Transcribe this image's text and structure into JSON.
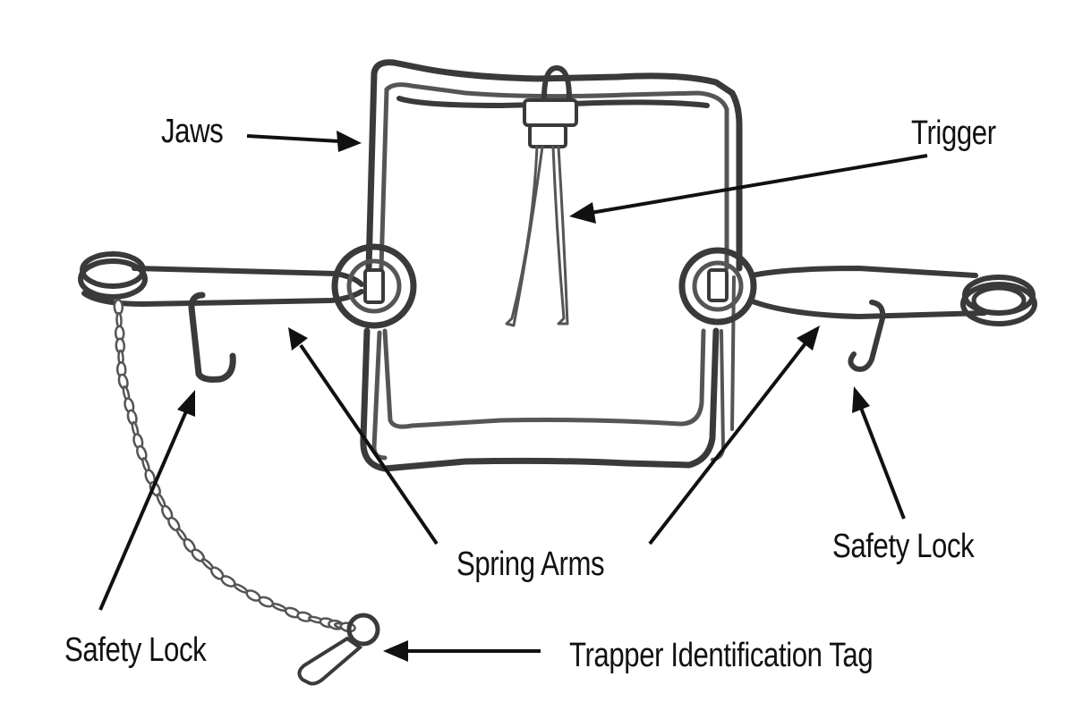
{
  "labels": {
    "jaws": "Jaws",
    "trigger": "Trigger",
    "spring_arms": "Spring Arms",
    "safety_lock_left": "Safety Lock",
    "safety_lock_right": "Safety Lock",
    "trapper_tag": "Trapper Identification Tag"
  },
  "colors": {
    "line": "#3a3a3a",
    "text": "#111111",
    "background": "#ffffff"
  }
}
